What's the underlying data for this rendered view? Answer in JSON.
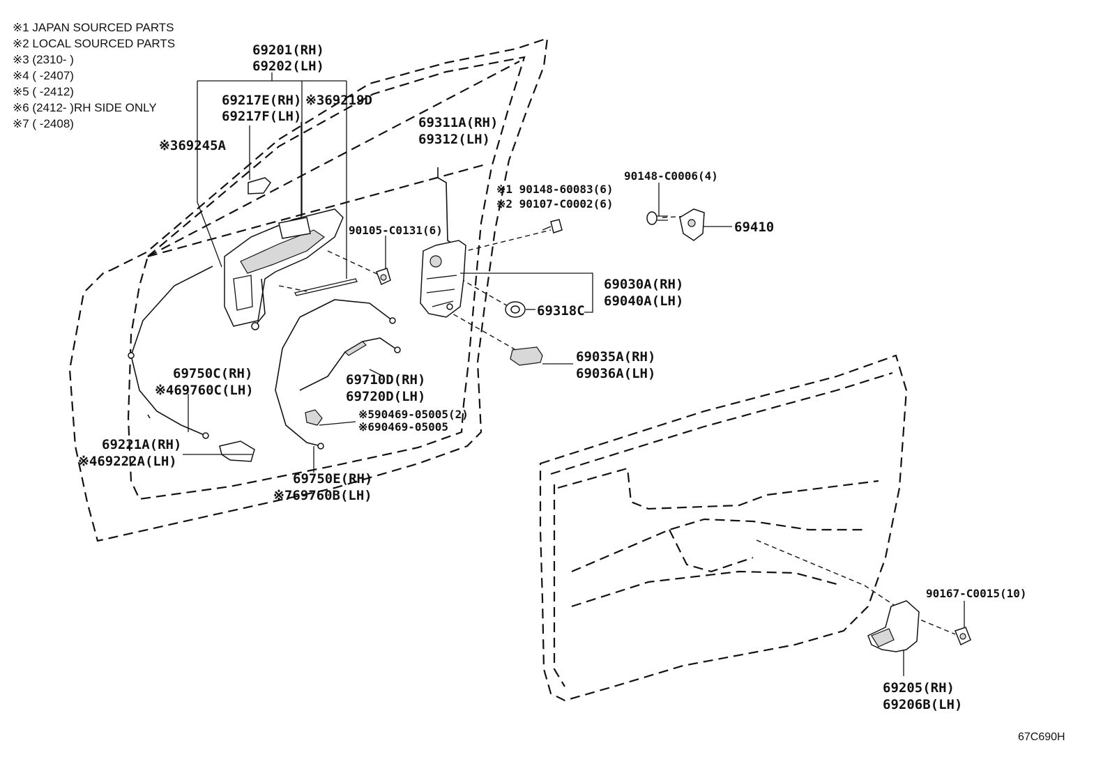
{
  "notes": [
    "※1 JAPAN SOURCED PARTS",
    "※2 LOCAL SOURCED PARTS",
    "※3 (2310-     )",
    "※4 (       -2407)",
    "※5 (       -2412)",
    "※6 (2412-     )RH SIDE ONLY",
    "※7 (       -2408)"
  ],
  "callouts": {
    "c69201": "69201(RH)",
    "c69202": "69202(LH)",
    "c69217E": "69217E(RH)",
    "c69217F": "69217F(LH)",
    "c69219D": "※369219D",
    "c69245A": "※369245A",
    "c69311A": "69311A(RH)",
    "c69312": "69312(LH)",
    "c90148_60083": "※1 90148-60083(6)",
    "c90107": "※2 90107-C0002(6)",
    "c90148_c0006": "90148-C0006(4)",
    "c69410": "69410",
    "c90105": "90105-C0131(6)",
    "c69030A": "69030A(RH)",
    "c69040A": "69040A(LH)",
    "c69318C": "69318C",
    "c69035A": "69035A(RH)",
    "c69036A": "69036A(LH)",
    "c69750C": "69750C(RH)",
    "c69760C": "※469760C(LH)",
    "c69710D": "69710D(RH)",
    "c69720D": "69720D(LH)",
    "c90469_2": "※590469-05005(2)",
    "c90469": "※690469-05005",
    "c69221A": "69221A(RH)",
    "c69222A": "※469222A(LH)",
    "c69750E": "69750E(RH)",
    "c69760B": "※769760B(LH)",
    "c90167": "90167-C0015(10)",
    "c69205": "69205(RH)",
    "c69206B": "69206B(LH)"
  },
  "figure_code": "67C690H"
}
